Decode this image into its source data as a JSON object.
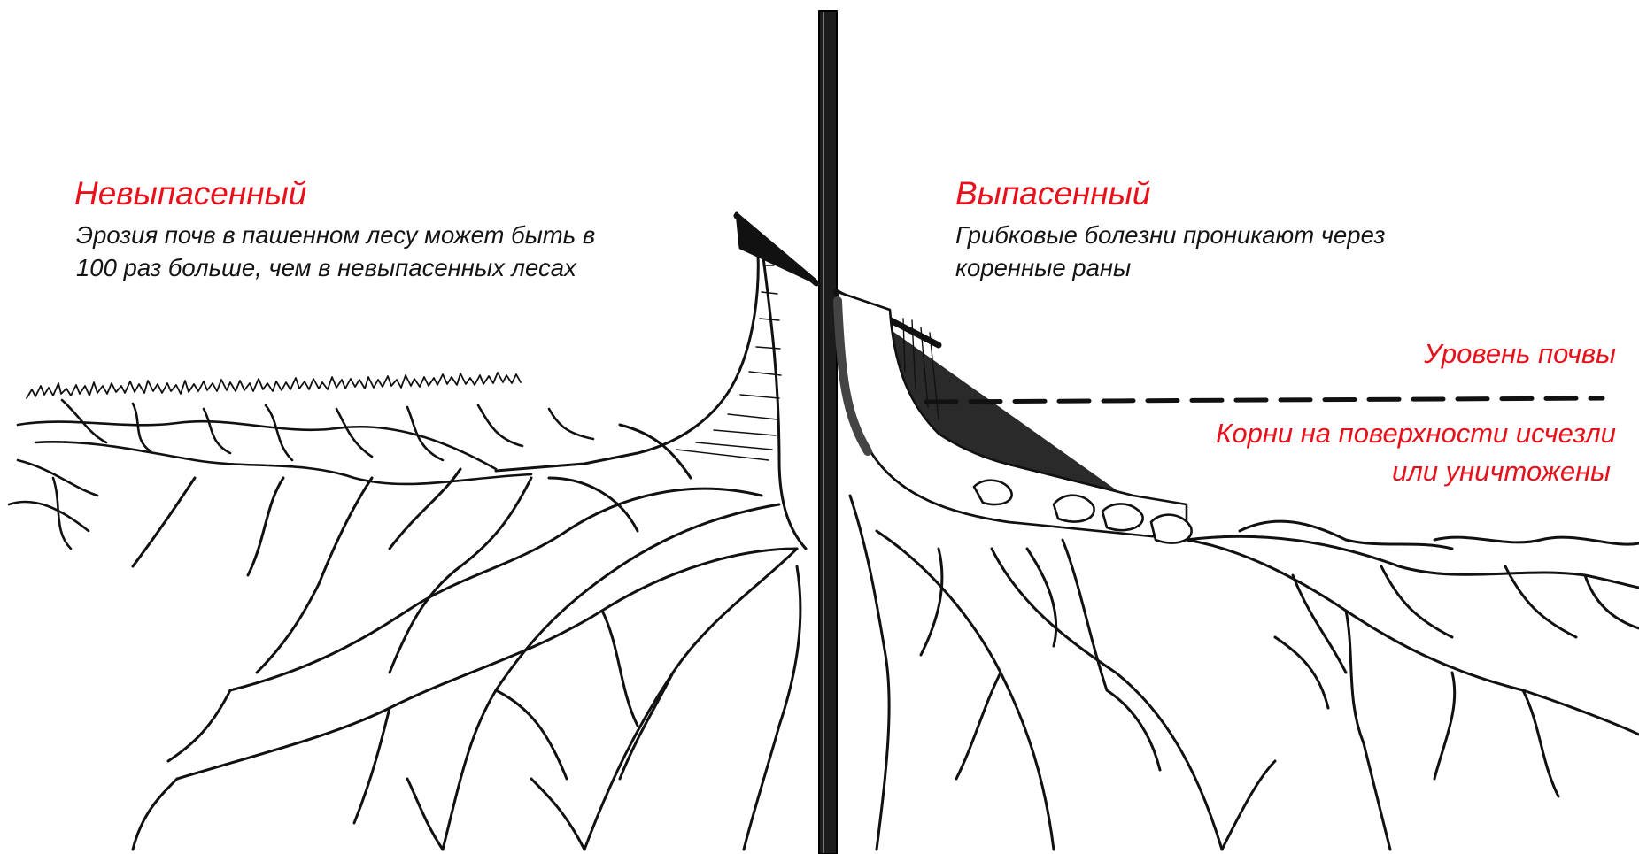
{
  "left_panel": {
    "title": "Невыпасенный",
    "caption_line1": "Эрозия почв в пашенном лесу может быть в",
    "caption_line2": "100 раз больше, чем в невыпасенных лесах"
  },
  "right_panel": {
    "title": "Выпасенный",
    "caption_line1": "Грибковые болезни проникают через",
    "caption_line2": "коренные раны",
    "soil_level_label": "Уровень почвы",
    "roots_label_line1": "Корни на поверхности исчезли",
    "roots_label_line2": "или уничтожены"
  },
  "colors": {
    "label_red": "#e8101a",
    "text_black": "#141414",
    "ink": "#111111",
    "wound_shading": "#3a3a3a"
  }
}
